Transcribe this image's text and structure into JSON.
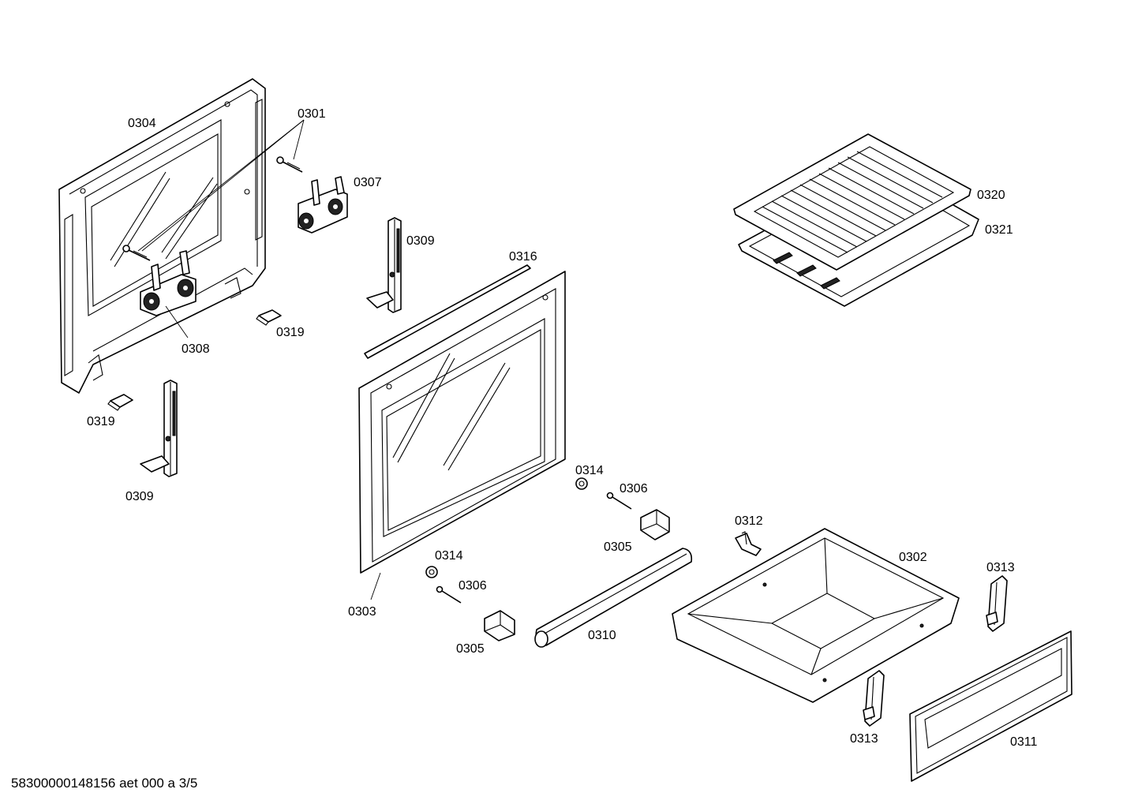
{
  "labels": {
    "p0301": "0301",
    "p0302": "0302",
    "p0303": "0303",
    "p0304": "0304",
    "p0305a": "0305",
    "p0305b": "0305",
    "p0306a": "0306",
    "p0306b": "0306",
    "p0307": "0307",
    "p0308": "0308",
    "p0309a": "0309",
    "p0309b": "0309",
    "p0310": "0310",
    "p0311": "0311",
    "p0312": "0312",
    "p0313a": "0313",
    "p0313b": "0313",
    "p0314a": "0314",
    "p0314b": "0314",
    "p0316": "0316",
    "p0319a": "0319",
    "p0319b": "0319",
    "p0320": "0320",
    "p0321": "0321"
  },
  "footer": {
    "drawing_id": "58300000148156 aet 000 a 3/5"
  }
}
